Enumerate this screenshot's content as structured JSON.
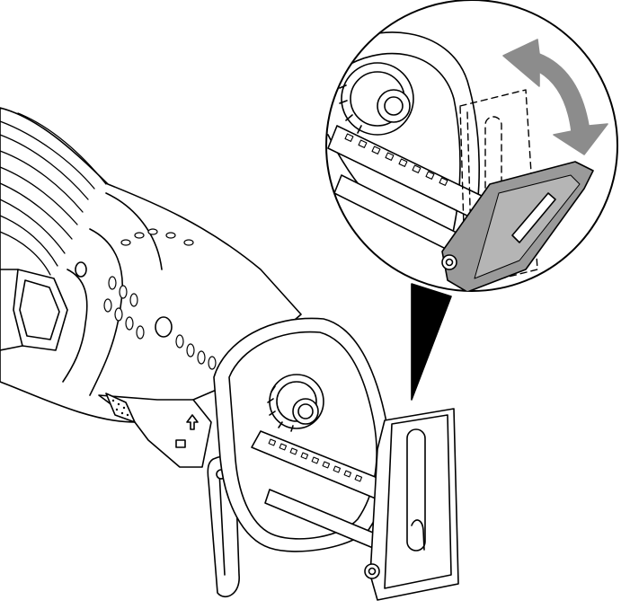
{
  "figure": {
    "subject": "reciprocating-saw-shoe-adjustment",
    "colors": {
      "line": "#000000",
      "fill": "#ffffff",
      "arrow": "#8c8c8c",
      "shoe-highlight": "#9a9a9a",
      "pointer": "#000000"
    },
    "icons": [
      "double-headed-curved-arrow",
      "pivot-screw",
      "unlock-arrow-symbol"
    ]
  }
}
